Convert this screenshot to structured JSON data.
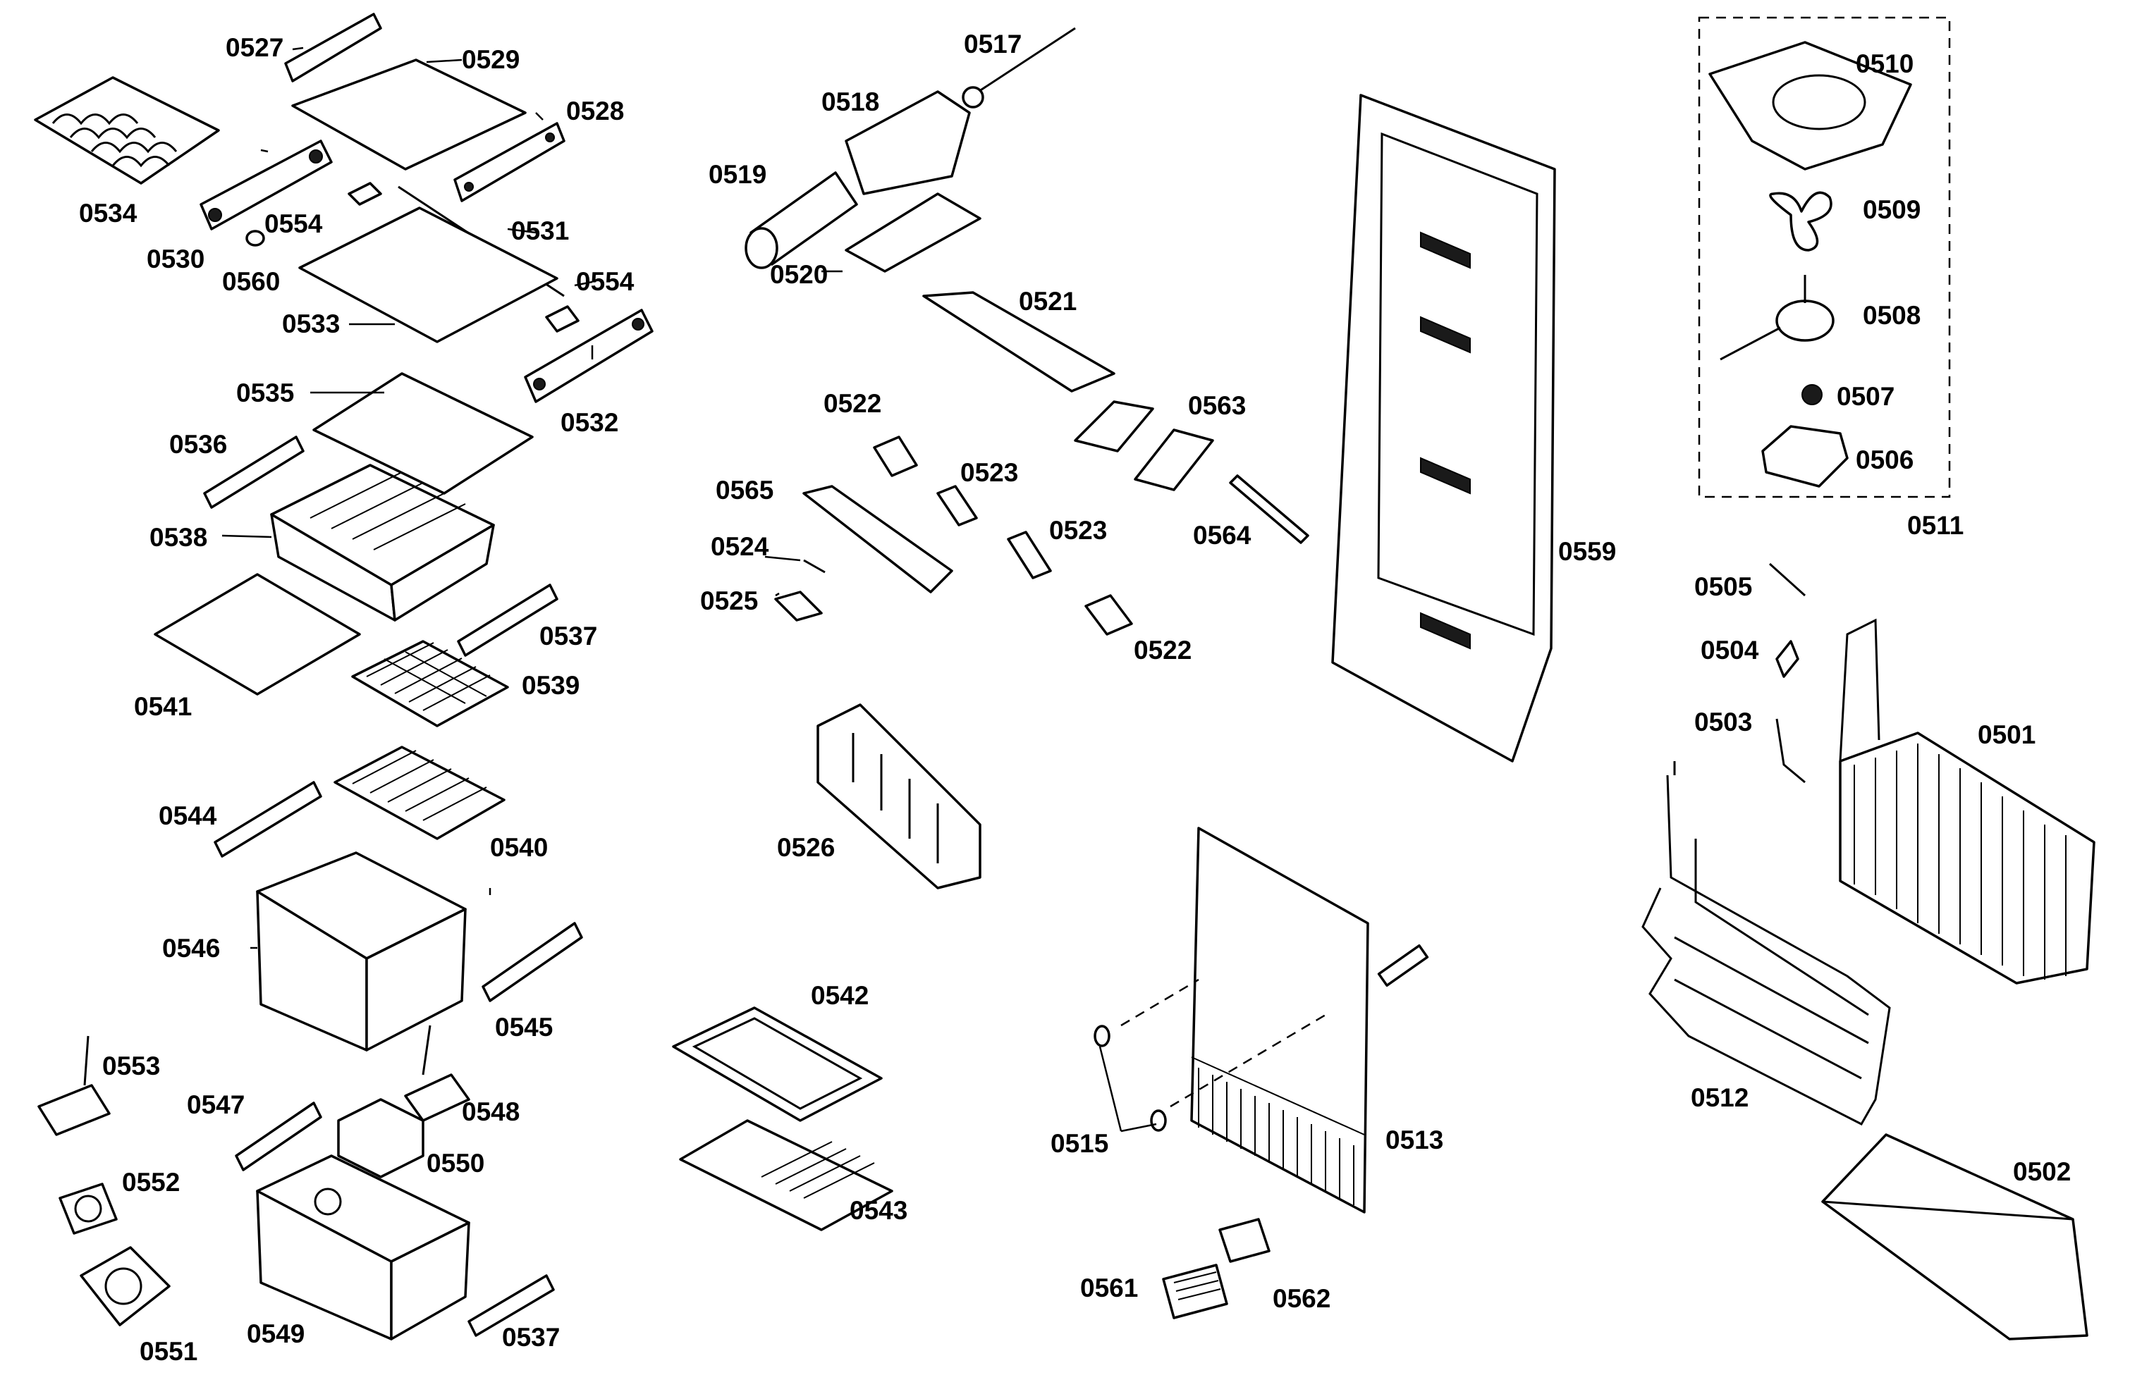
{
  "diagram": {
    "labels": [
      "0527",
      "0529",
      "0528",
      "0534",
      "0530",
      "0554",
      "0531",
      "0560",
      "0533",
      "0554",
      "0532",
      "0535",
      "0536",
      "0538",
      "0537",
      "0541",
      "0539",
      "0544",
      "0540",
      "0546",
      "0545",
      "0553",
      "0547",
      "0548",
      "0550",
      "0552",
      "0549",
      "0551",
      "0537",
      "0517",
      "0518",
      "0519",
      "0520",
      "0521",
      "0522",
      "0563",
      "0523",
      "0565",
      "0523",
      "0564",
      "0524",
      "0525",
      "0522",
      "0526",
      "0542",
      "0543",
      "0559",
      "0515",
      "0513",
      "0561",
      "0562",
      "0510",
      "0509",
      "0508",
      "0507",
      "0506",
      "0511",
      "0505",
      "0504",
      "0503",
      "0501",
      "0512",
      "0502"
    ]
  }
}
